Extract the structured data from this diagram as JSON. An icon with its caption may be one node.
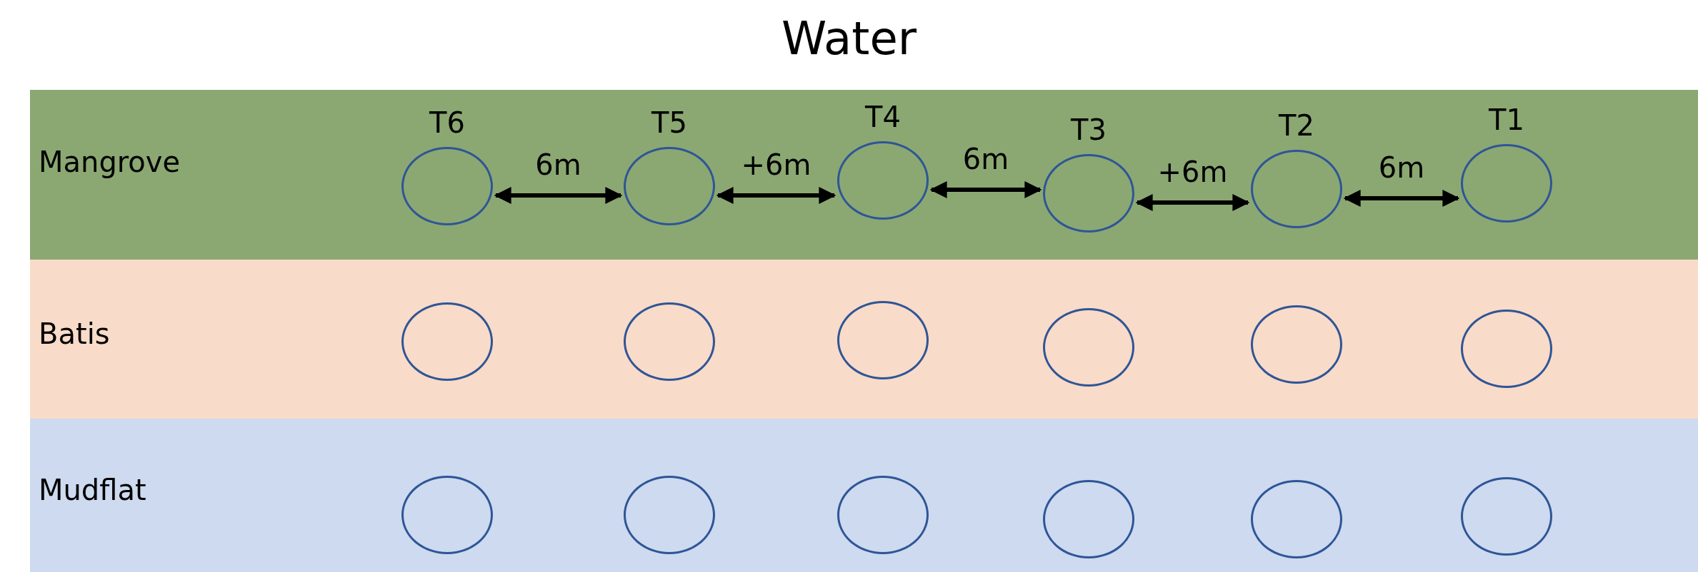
{
  "diagram": {
    "title": "Water",
    "nodes": [
      {
        "text": [
          "Mangrove"
        ]
      },
      {
        "text": [
          "T6"
        ],
        "in": 0
      },
      {
        "text": [
          "T5"
        ],
        "in": 0
      },
      {
        "text": [
          "T4"
        ],
        "in": 0
      },
      {
        "text": [
          "T3"
        ],
        "in": 0
      },
      {
        "text": [
          "T2"
        ],
        "in": 0
      },
      {
        "text": [
          "T1"
        ],
        "in": 0
      },
      {
        "text": [
          "Batis"
        ]
      },
      {
        "text": [],
        "shape": "circle",
        "in": 7
      },
      {
        "text": [],
        "shape": "circle",
        "in": 7
      },
      {
        "text": [],
        "shape": "circle",
        "in": 7
      },
      {
        "text": [],
        "shape": "circle",
        "in": 7
      },
      {
        "text": [],
        "shape": "circle",
        "in": 7
      },
      {
        "text": [],
        "shape": "circle",
        "in": 7
      },
      {
        "text": [
          "Mudflat"
        ]
      },
      {
        "text": [],
        "shape": "circle",
        "in": 14
      },
      {
        "text": [],
        "shape": "circle",
        "in": 14
      },
      {
        "text": [],
        "shape": "circle",
        "in": 14
      },
      {
        "text": [],
        "shape": "circle",
        "in": 14
      },
      {
        "text": [],
        "shape": "circle",
        "in": 14
      },
      {
        "text": [],
        "shape": "circle",
        "in": 14
      }
    ],
    "edges": [
      {
        "from": 1,
        "to": 2,
        "arrow": "both",
        "label": "6m"
      },
      {
        "from": 2,
        "to": 3,
        "arrow": "both",
        "label": "+6m"
      },
      {
        "from": 3,
        "to": 4,
        "arrow": "both",
        "label": "6m"
      },
      {
        "from": 4,
        "to": 5,
        "arrow": "both",
        "label": "+6m"
      },
      {
        "from": 5,
        "to": 6,
        "arrow": "both",
        "label": "6m"
      }
    ]
  }
}
